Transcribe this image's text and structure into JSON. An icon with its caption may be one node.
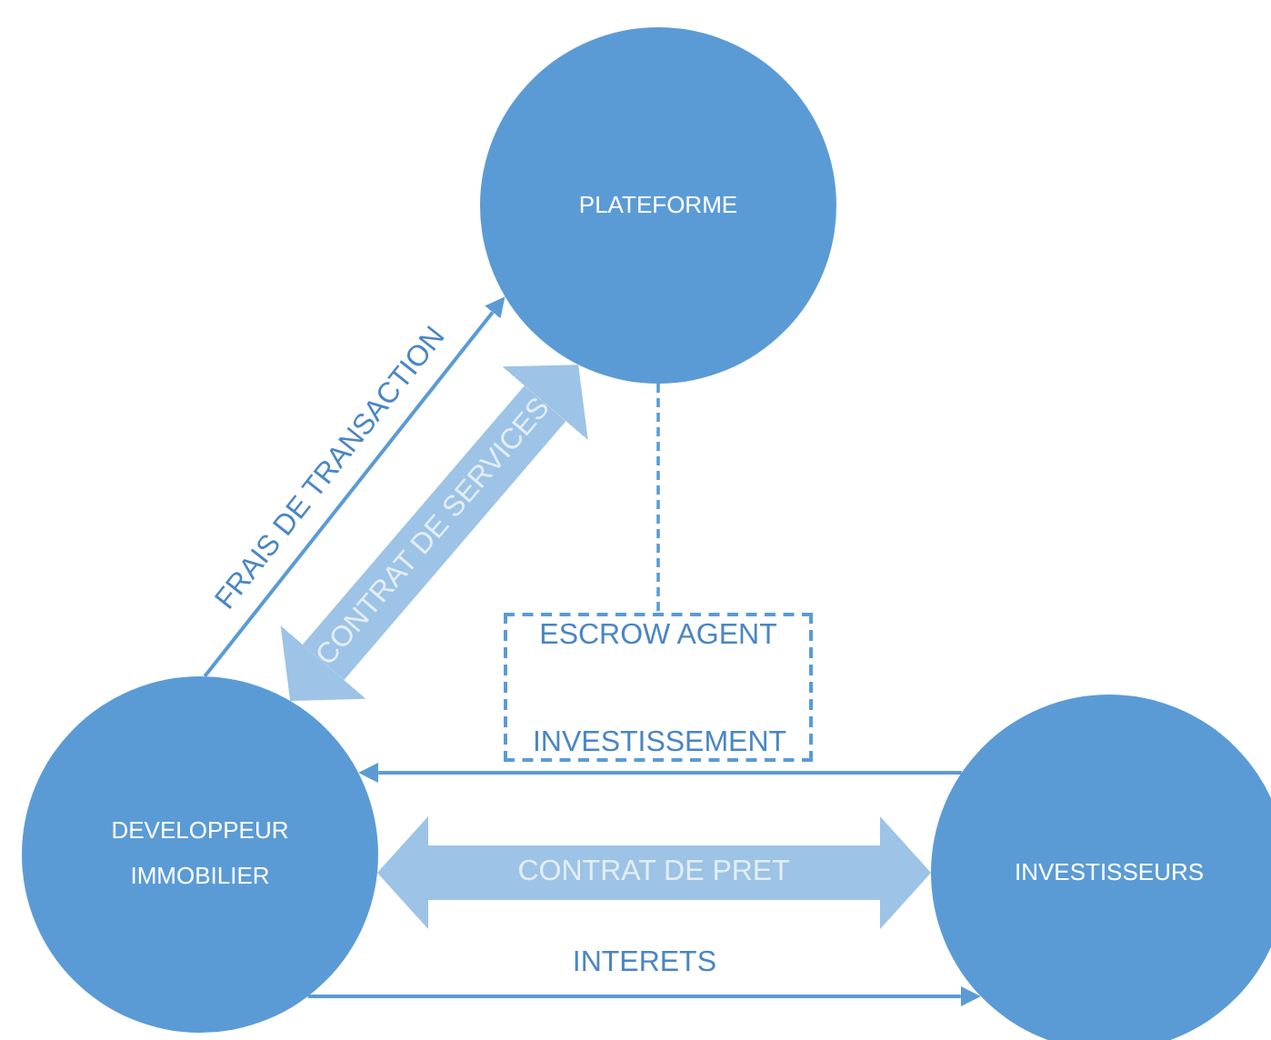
{
  "diagram": {
    "nodes": [
      {
        "text": [
          "PLATEFORME"
        ]
      },
      {
        "text": [
          "DEVELOPPEUR IMMOBILIER"
        ]
      },
      {
        "text": [
          "INVESTISSEURS"
        ]
      },
      {
        "text": [
          "ESCROW AGENT"
        ]
      }
    ],
    "edges": [
      {
        "from": 1,
        "to": 0,
        "arrow": "to",
        "label": "FRAIS DE TRANSACTION"
      },
      {
        "from": 1,
        "to": 0,
        "arrow": "both",
        "label": "CONTRAT DE SERVICES",
        "style": "thick",
        "color": "#9dc3e6"
      },
      {
        "from": 0,
        "to": 3,
        "arrow": "none",
        "style": "dashed"
      },
      {
        "from": 2,
        "to": 1,
        "arrow": "to",
        "label": "INVESTISSEMENT"
      },
      {
        "from": 1,
        "to": 2,
        "arrow": "both",
        "label": "CONTRAT DE PRET",
        "style": "thick",
        "color": "#9dc3e6"
      },
      {
        "from": 1,
        "to": 2,
        "arrow": "to",
        "label": "INTERETS"
      }
    ]
  }
}
